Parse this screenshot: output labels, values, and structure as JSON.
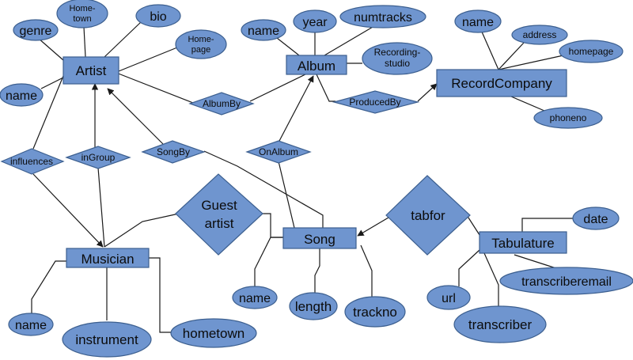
{
  "diagram": {
    "entities": {
      "artist": "Artist",
      "album": "Album",
      "recordcompany": "RecordCompany",
      "musician": "Musician",
      "song": "Song",
      "tabulature": "Tabulature"
    },
    "relationships": {
      "albumby": "AlbumBy",
      "producedby": "ProducedBy",
      "songby": "SongBy",
      "onalbum": "OnAlbum",
      "influences": "influences",
      "ingroup": "inGroup",
      "guestartist": [
        "Guest",
        "artist"
      ],
      "tabfor": "tabfor"
    },
    "attributes": {
      "artist_genre": "genre",
      "artist_hometown": [
        "Home-",
        "town"
      ],
      "artist_bio": "bio",
      "artist_homepage": [
        "Home-",
        "page"
      ],
      "artist_name": "name",
      "album_name": "name",
      "album_year": "year",
      "album_numtracks": "numtracks",
      "album_recordingstudio": [
        "Recording-",
        "studio"
      ],
      "rc_name": "name",
      "rc_address": "address",
      "rc_homepage": "homepage",
      "rc_phoneno": "phoneno",
      "musician_name": "name",
      "musician_instrument": "instrument",
      "musician_hometown": "hometown",
      "song_name": "name",
      "song_length": "length",
      "song_trackno": "trackno",
      "tab_date": "date",
      "tab_transcriberemail": "transcriberemail",
      "tab_url": "url",
      "tab_transcriber": "transcriber"
    }
  }
}
